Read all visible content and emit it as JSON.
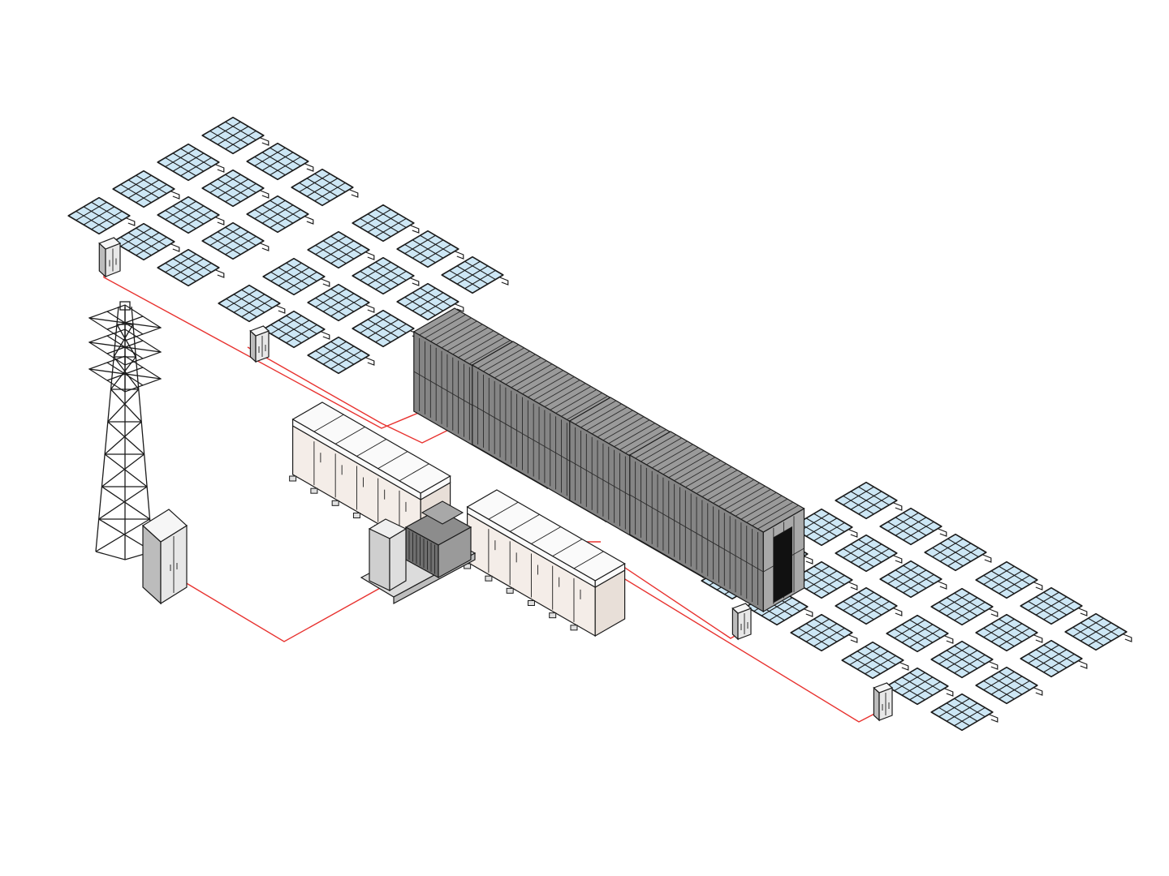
{
  "colors": {
    "cable": "#e8322f",
    "panel_cell": "#cde7f5",
    "outline": "#1b1b1b",
    "container": "#8e8e8e",
    "cabinet": "#e7e7e7",
    "pcs_enclosure": "#f4ede8",
    "background": "#ffffff"
  },
  "components": {
    "transmission_tower": {
      "icon": "lattice-pylon-icon"
    },
    "grid_cabinet": {
      "icon": "electrical-cabinet-icon"
    },
    "pcs_skids": {
      "count": 2,
      "icon": "power-conversion-skid-icon"
    },
    "transformer": {
      "icon": "transformer-icon"
    },
    "battery_containers": {
      "count": 4,
      "icon": "shipping-container-icon"
    },
    "solar_arrays": {
      "count": 4,
      "panels_per_array": 12,
      "icon": "solar-panel-icon"
    },
    "combiner_boxes": {
      "count": 4,
      "icon": "combiner-box-icon"
    }
  }
}
